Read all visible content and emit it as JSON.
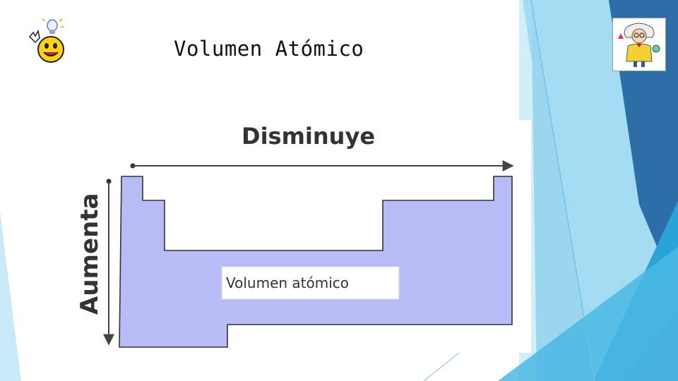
{
  "slide": {
    "title": "Volumen  Atómico"
  },
  "diagram": {
    "top_label": "Disminuye",
    "side_label": "Aumenta",
    "center_label": "Volumen atómico"
  },
  "icons": {
    "top_left": "lightbulb-smiley-icon",
    "top_right": "scientist-icon"
  },
  "colors": {
    "table_fill": "#b8bcf6",
    "table_outline": "#333333",
    "accent_light": "#8fd3ee",
    "accent_mid": "#3aa5d6",
    "accent_dark": "#2a6fa6"
  }
}
